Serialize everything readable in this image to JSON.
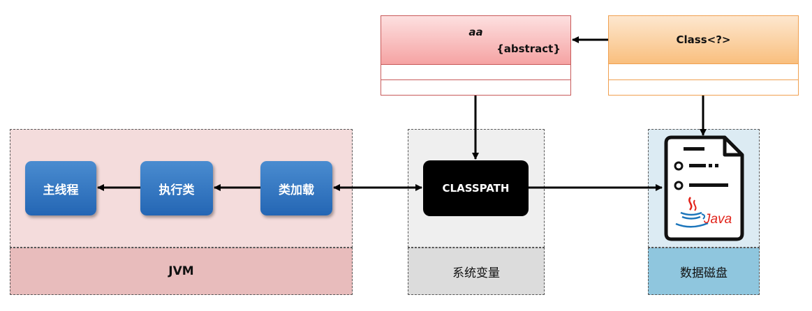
{
  "uml_abstract": {
    "name": "aa",
    "stereotype": "{abstract}"
  },
  "uml_class": {
    "name": "Class<?>"
  },
  "jvm": {
    "label": "JVM",
    "boxes": {
      "main_thread": "主线程",
      "exec_class": "执行类",
      "class_loader": "类加载"
    }
  },
  "system_var": {
    "label": "系统变量",
    "classpath": "CLASSPATH"
  },
  "disk": {
    "label": "数据磁盘",
    "java_text": "Java"
  },
  "colors": {
    "jvm_bg": "#f4dcdc",
    "jvm_footer": "#e8bcbc",
    "sys_bg": "#efefef",
    "sys_footer": "#dcdcdc",
    "disk_bg": "#dcebf3",
    "disk_footer": "#8fc6de",
    "blue_box": "#2e74c0",
    "classpath_box": "#000000",
    "abstract_border": "#c85a5a",
    "class_border": "#f0a050",
    "java_red": "#e2231a",
    "java_blue": "#1b75bb"
  },
  "icons": {
    "disk_icon": "java-document-icon"
  }
}
